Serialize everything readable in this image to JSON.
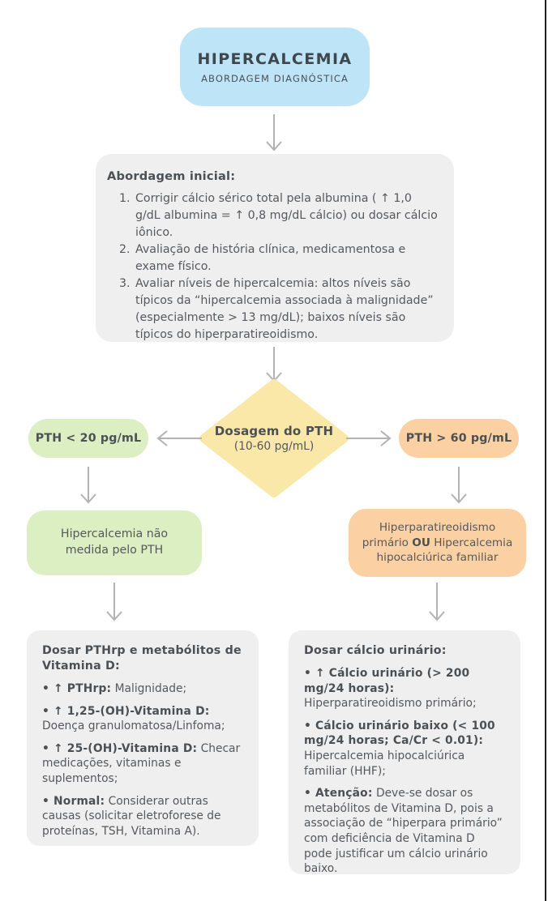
{
  "colors": {
    "blue": "#bee4f7",
    "gray": "#efefef",
    "yellow": "#f9e8a7",
    "green": "#dcefc3",
    "orange": "#fbd0a3",
    "text": "#55585c",
    "arrow": "#b2b2b2",
    "edge": "#1f1f1f"
  },
  "icons": {
    "flow-arrow-down": "↓",
    "flow-arrow-left": "←",
    "flow-arrow-right": "→",
    "up-arrow-glyph": "↑"
  },
  "title": {
    "heading": "HIPERCALCEMIA",
    "subheading": "ABORDAGEM DIAGNÓSTICA"
  },
  "initial_box": {
    "heading": "Abordagem inicial:",
    "items": [
      "Corrigir cálcio sérico total pela albumina ( ↑ 1,0 g/dL albumina = ↑ 0,8 mg/dL cálcio) ou dosar cálcio iônico.",
      "Avaliação de história clínica, medicamentosa e exame físico.",
      "Avaliar níveis de hipercalcemia: altos níveis são típicos da “hipercalcemia associada à malignidade” (especialmente > 13 mg/dL); baixos níveis são típicos do hiperparatireoidismo."
    ]
  },
  "decision": {
    "title": "Dosagem do PTH",
    "range": "(10-60 pg/mL)"
  },
  "left_branch": {
    "pill": "PTH < 20 pg/mL",
    "result": "Hipercalcemia não medida pelo PTH",
    "detail": {
      "heading": "Dosar PTHrp e metabólitos de Vitamina D:",
      "bullets": [
        {
          "bold": "• ↑ PTHrp:",
          "text": " Malignidade;"
        },
        {
          "bold": "• ↑ 1,25-(OH)-Vitamina D:",
          "text": " Doença granulomatosa/Linfoma;"
        },
        {
          "bold": "• ↑ 25-(OH)-Vitamina D:",
          "text": " Checar medicações, vitaminas e suplementos;"
        },
        {
          "bold": "• Normal:",
          "text": " Considerar outras causas (solicitar eletroforese de proteínas, TSH, Vitamina A)."
        }
      ]
    }
  },
  "right_branch": {
    "pill": "PTH > 60 pg/mL",
    "result": {
      "pre": "Hiperparatireoidismo primário ",
      "bold": "OU",
      "post": " Hipercalcemia hipocalciúrica familiar"
    },
    "detail": {
      "heading": "Dosar cálcio urinário:",
      "bullets": [
        {
          "bold": "• ↑ Cálcio urinário (> 200 mg/24 horas):",
          "text": " Hiperparatireoidismo primário;"
        },
        {
          "bold": "• Cálcio urinário baixo (< 100 mg/24 horas; Ca/Cr < 0.01):",
          "text": " Hipercalcemia hipocalciúrica familiar (HHF);"
        },
        {
          "bold": "• Atenção:",
          "text": " Deve-se dosar os metabólitos de Vitamina D, pois a associação de “hiperpara primário” com deficiência de Vitamina D pode justificar um cálcio urinário baixo."
        }
      ]
    }
  }
}
